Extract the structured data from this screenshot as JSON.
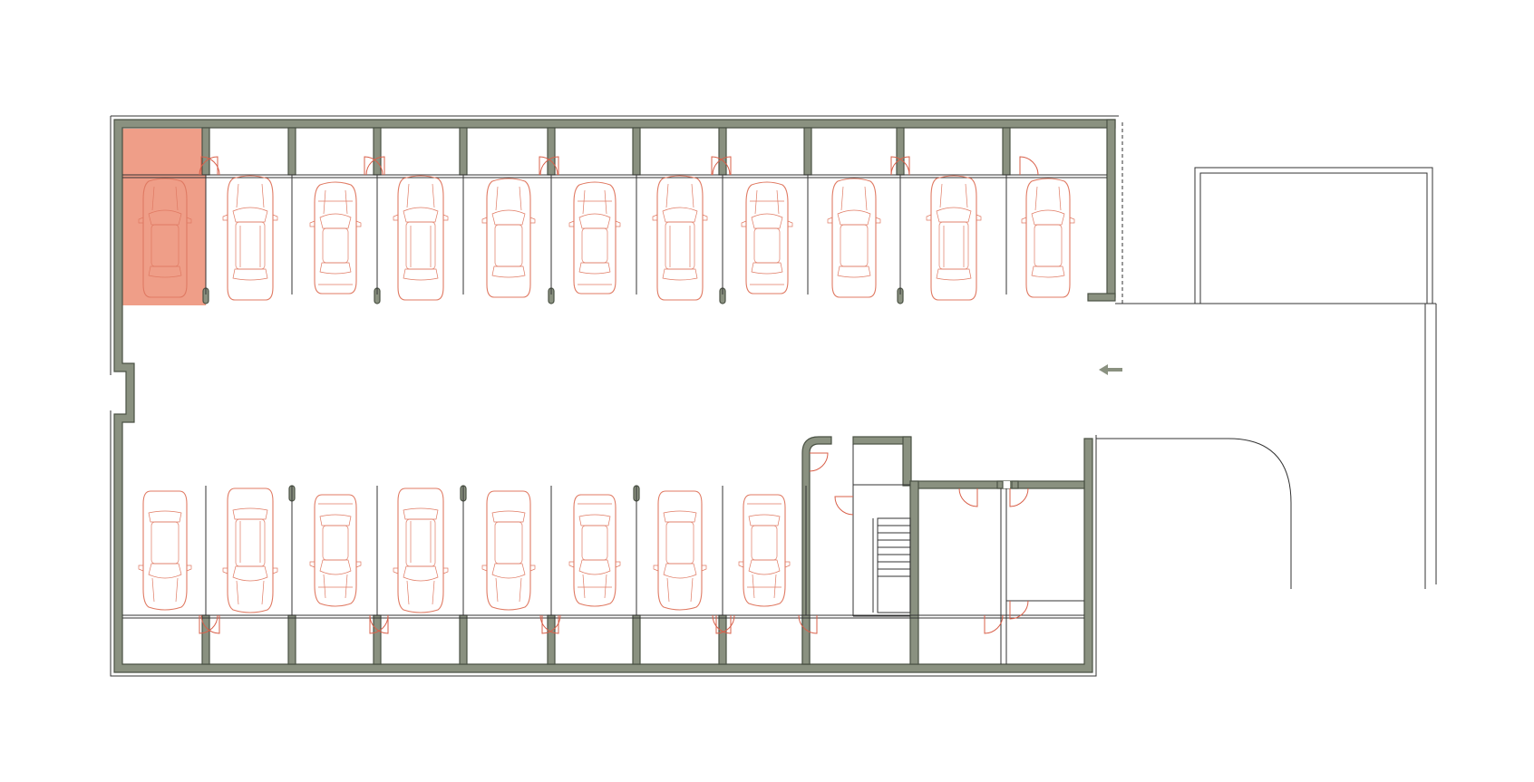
{
  "plan": {
    "top_row": {
      "cars": [
        "sedan",
        "suv",
        "sport",
        "suv",
        "sedan",
        "sport",
        "suv",
        "sport",
        "sedan",
        "suv",
        "sedan"
      ]
    },
    "bottom_row": {
      "cars": [
        "sedan",
        "suv",
        "sport",
        "suv",
        "sedan",
        "sport",
        "sedan",
        "sport"
      ]
    },
    "highlighted_space": {
      "row": "top",
      "index": 0
    },
    "entrance_arrow": "left-arrow-icon",
    "colors": {
      "wall_fill": "#8a9180",
      "wall_stroke": "#4a5244",
      "car_line": "#e07a63",
      "door_line": "#d9604a",
      "highlight": "#ef9e88",
      "line": "#333333"
    }
  }
}
